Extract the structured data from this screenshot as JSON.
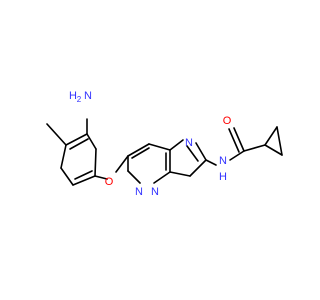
{
  "molecule": {
    "labels": {
      "amine_h": "H",
      "amine_subscript": "2",
      "amine_n": "N",
      "ether_o": "O",
      "ring_n_top": "N",
      "ring_n_bottom_left": "N",
      "ring_n_bottom_right": "N",
      "amide_nh_n": "N",
      "amide_nh_h": "H",
      "carbonyl_o": "O"
    },
    "colors": {
      "bond": "#000000",
      "nitrogen": "#3333ff",
      "oxygen": "#ff0000"
    }
  }
}
